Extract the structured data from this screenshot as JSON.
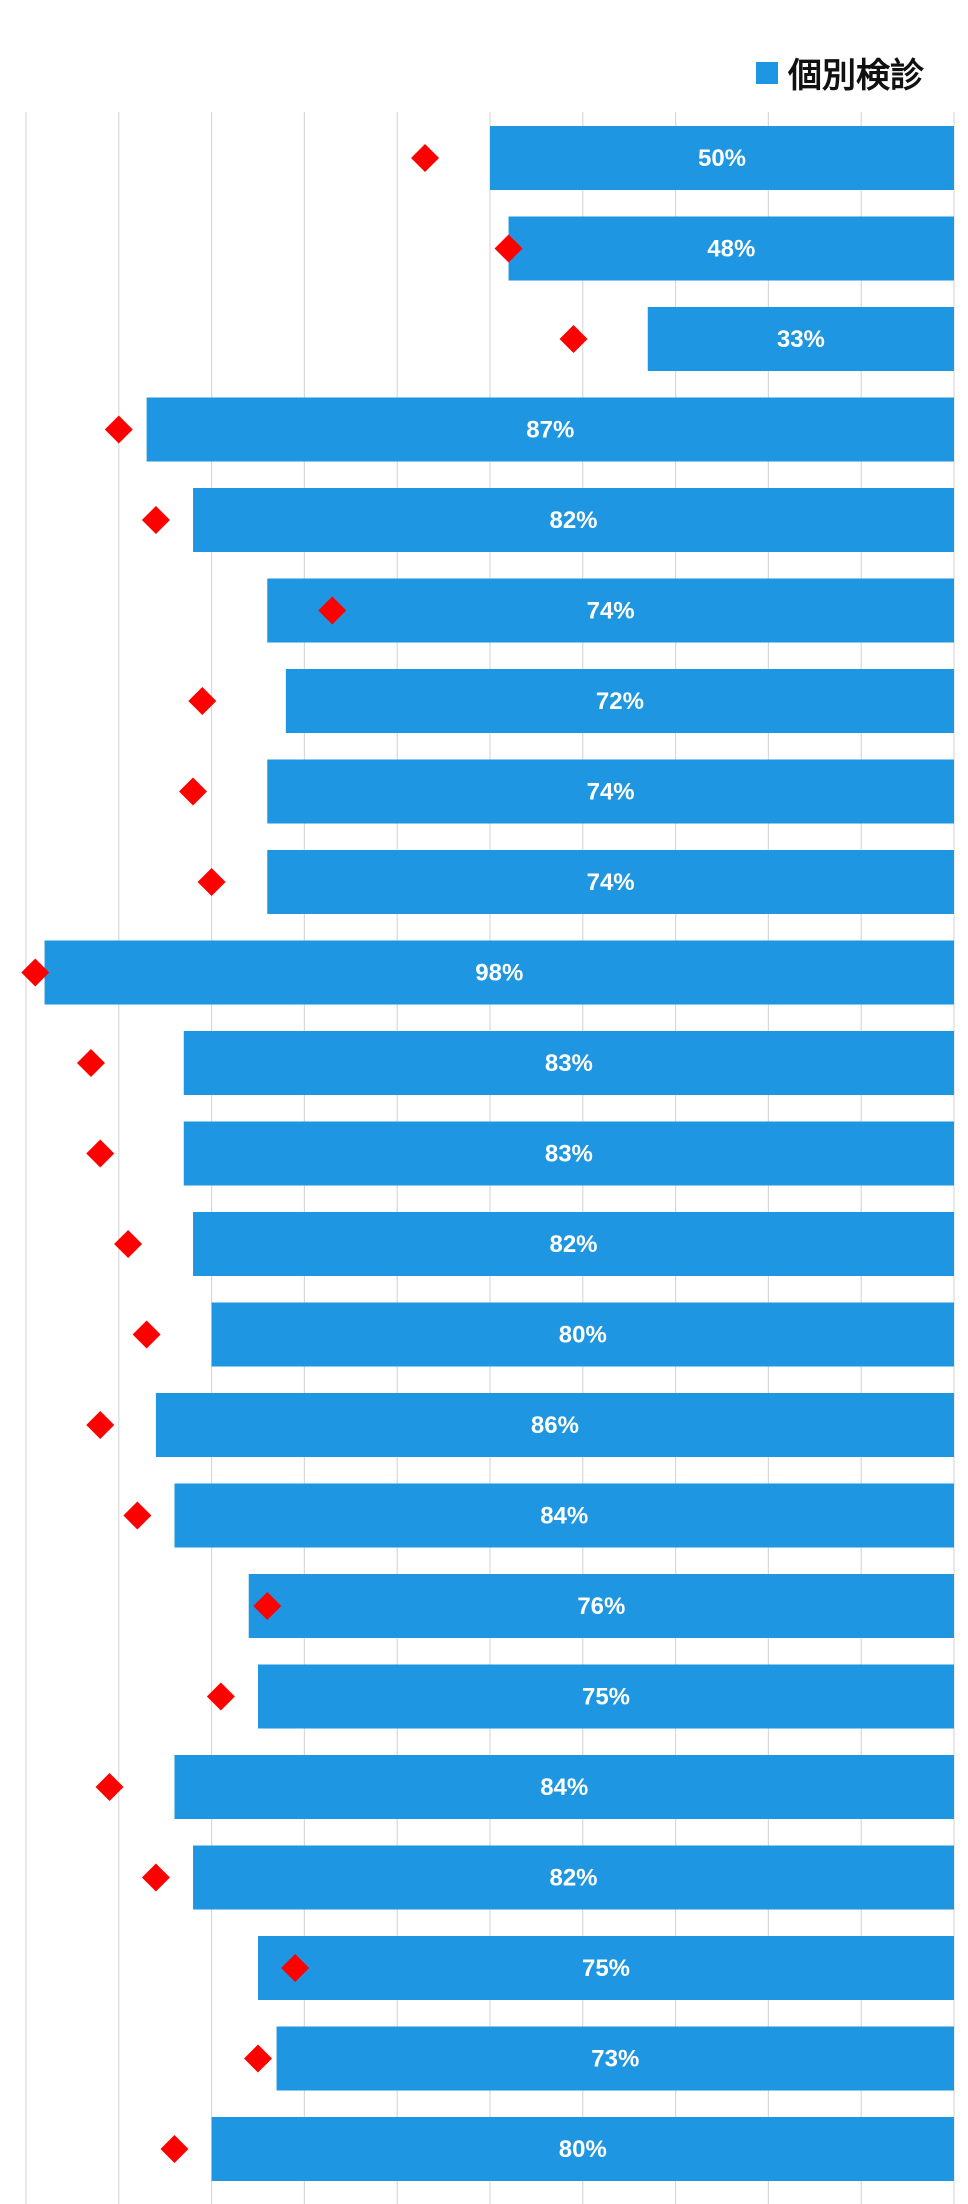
{
  "legend": {
    "label": "個別検診"
  },
  "colors": {
    "bar": "#1e96e1",
    "marker": "#ff0000",
    "grid": "#d8d8d8"
  },
  "chart_data": {
    "type": "bar",
    "orientation": "horizontal",
    "direction": "right-to-left",
    "xlim": [
      0,
      100
    ],
    "grid": true,
    "legend_position": "top-right",
    "series": [
      {
        "name": "個別検診",
        "values": [
          50,
          48,
          33,
          87,
          82,
          74,
          72,
          74,
          74,
          98,
          83,
          83,
          82,
          80,
          86,
          84,
          76,
          75,
          84,
          82,
          75,
          73,
          80
        ],
        "labels": [
          "50%",
          "48%",
          "33%",
          "87%",
          "82%",
          "74%",
          "72%",
          "74%",
          "74%",
          "98%",
          "83%",
          "83%",
          "82%",
          "80%",
          "86%",
          "84%",
          "76%",
          "75%",
          "84%",
          "82%",
          "75%",
          "73%",
          "80%"
        ]
      },
      {
        "marker": "diamond",
        "values": [
          57,
          48,
          41,
          90,
          86,
          67,
          81,
          82,
          80,
          99,
          93,
          92,
          89,
          87,
          92,
          88,
          74,
          79,
          91,
          86,
          71,
          75,
          84
        ]
      }
    ]
  }
}
